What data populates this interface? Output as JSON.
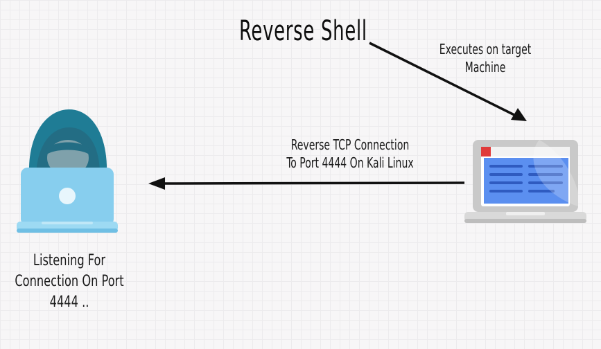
{
  "title": "Reverse Shell",
  "target_label": {
    "line1": "Executes on target",
    "line2": "Machine"
  },
  "connection_label": {
    "line1": "Reverse TCP Connection",
    "line2": "To Port 4444 On Kali Linux"
  },
  "attacker_label": {
    "line1": "Listening For",
    "line2": "Connection On Port",
    "line3": "4444 .."
  },
  "attacker_icon": "hooded-hacker-laptop-icon",
  "target_icon": "target-laptop-icon",
  "colors": {
    "hood": "#1f7c95",
    "hacker_laptop": "#8fd3f0",
    "target_screen": "#5b8ff0",
    "target_stripes": "#2f5bc0",
    "arrow": "#111111"
  }
}
